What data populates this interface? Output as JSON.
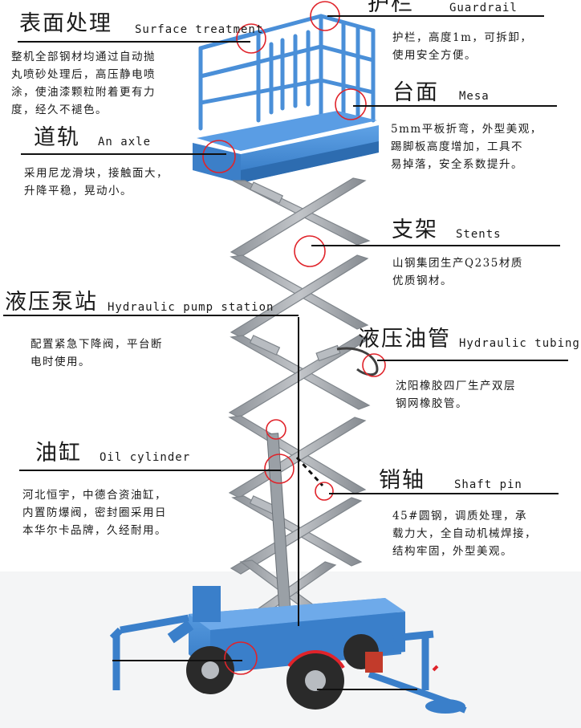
{
  "labels": {
    "surface_treatment": {
      "cn": "表面处理",
      "en": "Surface treatment",
      "desc": [
        "整机全部钢材均通过自动抛",
        "丸喷砂处理后，高压静电喷",
        "涂，使油漆颗粒附着更有力",
        "度，经久不褪色。"
      ]
    },
    "guardrail": {
      "cn": "护栏",
      "en": "Guardrail",
      "desc": [
        "护栏，高度1m，可拆卸，",
        "使用安全方便。"
      ]
    },
    "mesa": {
      "cn": "台面",
      "en": "Mesa",
      "desc": [
        "5mm平板折弯，外型美观，",
        "踢脚板高度增加，工具不",
        "易掉落，安全系数提升。"
      ]
    },
    "axle": {
      "cn": "道轨",
      "en": "An axle",
      "desc": [
        "采用尼龙滑块，接触面大，",
        "升降平稳，晃动小。"
      ]
    },
    "stents": {
      "cn": "支架",
      "en": "Stents",
      "desc": [
        "山钢集团生产Q235材质",
        "优质钢材。"
      ]
    },
    "pump_station": {
      "cn": "液压泵站",
      "en": "Hydraulic pump station",
      "desc": [
        "配置紧急下降阀，平台断",
        "电时使用。"
      ]
    },
    "tubing": {
      "cn": "液压油管",
      "en": "Hydraulic tubing",
      "desc": [
        "沈阳橡胶四厂生产双层",
        "钢网橡胶管。"
      ]
    },
    "cylinder": {
      "cn": "油缸",
      "en": "Oil cylinder",
      "desc": [
        "河北恒宇，中德合资油缸，",
        "内置防爆阀，密封圈采用日",
        "本华尔卡品牌，久经耐用。"
      ]
    },
    "shaft_pin": {
      "cn": "销轴",
      "en": "Shaft pin",
      "desc": [
        "45#圆钢，调质处理，承",
        "载力大，全自动机械焊接，",
        "结构牢固，外型美观。"
      ]
    }
  },
  "colors": {
    "steel": "#a7abb0",
    "steel_dark": "#7b8086",
    "blue": "#4a90d9",
    "blue_dark": "#2f6fb4",
    "marker": "#e0232a",
    "text": "#1a1a1a"
  }
}
